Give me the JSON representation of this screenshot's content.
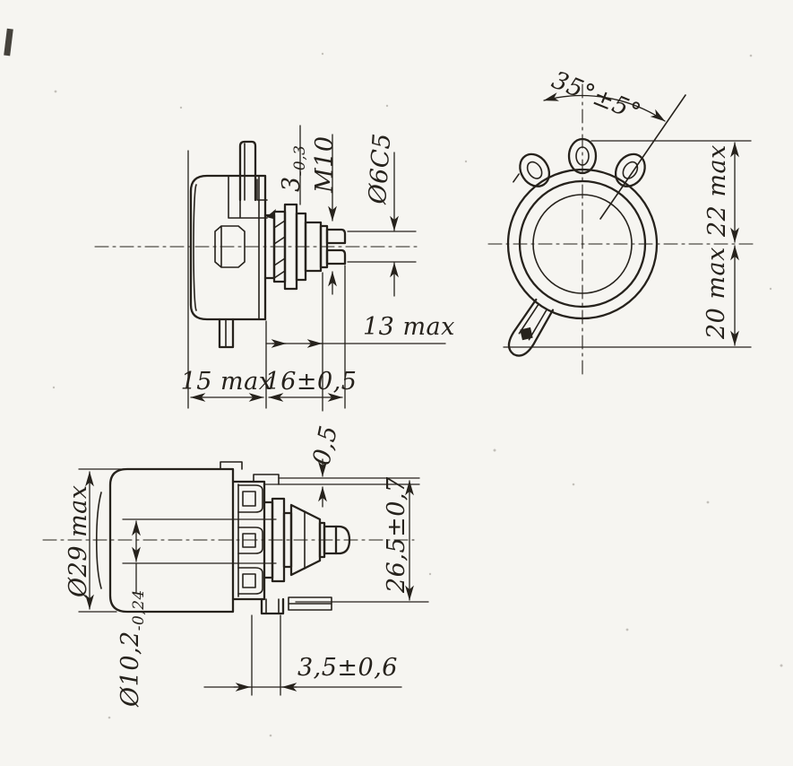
{
  "colors": {
    "paper": "#f6f5f1",
    "ink": "#26221c"
  },
  "drawing": {
    "side_view": {
      "slot_main": "3",
      "slot_tol": "-0,3",
      "thread": "M10",
      "shaft_dia": "Ø6C5",
      "shaft_len": "13 max",
      "body_depth": "15 max",
      "bushing_len": "16±0,5"
    },
    "front_view": {
      "lug_angle": "35°±5°",
      "top_extent": "22 max",
      "bottom_extent": "20 max"
    },
    "rear_view": {
      "flange_gap": "0,5",
      "body_dia": "Ø29 max",
      "bore_main": "Ø10,2",
      "bore_tol": "-0,24",
      "plate_height": "26,5±0,7",
      "tab_offset": "3,5±0,6"
    }
  }
}
